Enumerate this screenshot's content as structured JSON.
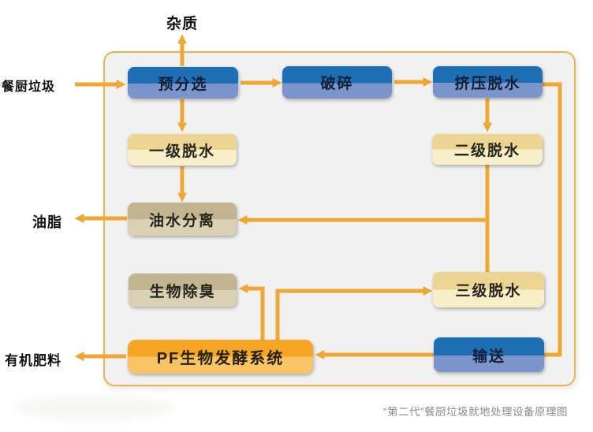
{
  "diagram": {
    "caption": "“第二代”餐厨垃圾就地处理设备原理图",
    "external_labels": {
      "impurities": "杂质",
      "kitchen_waste": "餐厨垃圾",
      "grease": "油脂",
      "organic_fertilizer": "有机肥料"
    },
    "nodes": {
      "pre_sorting": {
        "label": "预分选",
        "type": "blue"
      },
      "crushing": {
        "label": "破碎",
        "type": "blue"
      },
      "squeeze_dewatering": {
        "label": "挤压脱水",
        "type": "blue"
      },
      "primary_dewatering": {
        "label": "一级脱水",
        "type": "cream"
      },
      "secondary_dewatering": {
        "label": "二级脱水",
        "type": "cream"
      },
      "tertiary_dewatering": {
        "label": "三级脱水",
        "type": "cream"
      },
      "oil_water_separation": {
        "label": "油水分离",
        "type": "tan"
      },
      "bio_deodorization": {
        "label": "生物除臭",
        "type": "tan"
      },
      "pf_fermentation": {
        "label": "PF生物发酵系统",
        "type": "orange"
      },
      "conveying": {
        "label": "输送",
        "type": "blue"
      }
    },
    "edges": [
      {
        "from": "kitchen_waste",
        "to": "pre_sorting"
      },
      {
        "from": "pre_sorting",
        "to": "impurities"
      },
      {
        "from": "pre_sorting",
        "to": "crushing"
      },
      {
        "from": "crushing",
        "to": "squeeze_dewatering"
      },
      {
        "from": "pre_sorting",
        "to": "primary_dewatering"
      },
      {
        "from": "primary_dewatering",
        "to": "oil_water_separation"
      },
      {
        "from": "squeeze_dewatering",
        "to": "secondary_dewatering"
      },
      {
        "from": "secondary_dewatering",
        "to": "oil_water_separation"
      },
      {
        "from": "secondary_dewatering",
        "to": "tertiary_dewatering"
      },
      {
        "from": "oil_water_separation",
        "to": "grease"
      },
      {
        "from": "squeeze_dewatering",
        "to": "conveying"
      },
      {
        "from": "conveying",
        "to": "pf_fermentation"
      },
      {
        "from": "pf_fermentation",
        "to": "bio_deodorization"
      },
      {
        "from": "pf_fermentation",
        "to": "tertiary_dewatering"
      },
      {
        "from": "pf_fermentation",
        "to": "organic_fertilizer"
      }
    ],
    "colors": {
      "arrow": "#efa733",
      "container_fill": "#f1f1f2",
      "container_border": "#e8b54e",
      "blue_top": "#1e6fb4",
      "blue_bottom": "#7b94c9",
      "cream_top": "#ecd493",
      "cream_bottom": "#f8eec7",
      "tan_top": "#c2b48f",
      "tan_bottom": "#dad1b5",
      "orange_top": "#f6a623",
      "orange_bottom": "#f9c466",
      "caption_text": "#8a8a8a"
    }
  }
}
